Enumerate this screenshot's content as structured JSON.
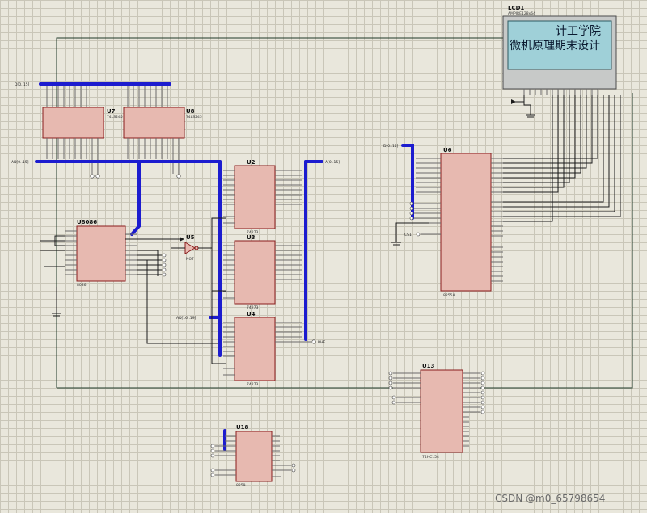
{
  "lcd": {
    "ref": "LCD1",
    "part": "AMPIRE128x64",
    "text_line1": "计工学院",
    "text_line2": "微机原理期末设计"
  },
  "chips": {
    "u7": {
      "ref": "U7",
      "part": "74LS245"
    },
    "u8": {
      "ref": "U8",
      "part": "74LS245"
    },
    "u8086": {
      "ref": "U8086",
      "part": "8086"
    },
    "u2": {
      "ref": "U2",
      "part": "74273"
    },
    "u3": {
      "ref": "U3",
      "part": "74273"
    },
    "u4": {
      "ref": "U4",
      "part": "74273"
    },
    "u5": {
      "ref": "U5",
      "part": "NOT"
    },
    "u6": {
      "ref": "U6",
      "part": "8255A"
    },
    "u13": {
      "ref": "U13",
      "part": "74HC154"
    },
    "u18": {
      "ref": "U18",
      "part": "8259"
    }
  },
  "nets": {
    "d_bus_u7": "D[0..15]",
    "ad_bus": "AD[0..15]",
    "a_bus_u2": "A[0..15]",
    "ad_bus_mid": "AD[16..19]",
    "ad_bus_low": "AD[16..19]",
    "d_bus_u6": "D[0..15]",
    "bhe_label": "BHE",
    "cs1": "CS1"
  },
  "watermark": "CSDN @m0_65798654"
}
